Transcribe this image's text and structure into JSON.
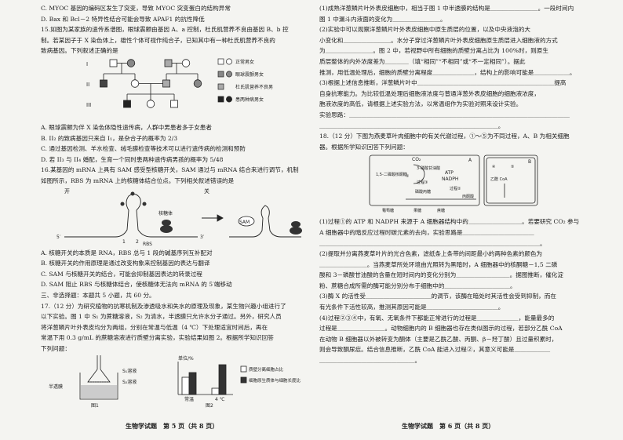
{
  "left": {
    "lines_a": [
      "C. MYOC 基因的编码区发生了突变，导致 MYOC 突变蛋白的结构异常",
      "D. Bax 和 Bcl－2 特异性结合可能会导致 APAF1 的抗性降低",
      "15.如图为某家族的遗传系谱图，眼球震颤由基因 A、a 控制，杜氏肌营养不良由基因 B、b 控",
      "制。若某因子于 X 染色体上，雄性个体可视作纯合子，已知其中有一种杜氏肌营养不良的",
      "致病基因。下列叙述正确的是"
    ],
    "legend": [
      "正常男女",
      "眼球震颤男女",
      "杜氏肌营养不良男",
      "患两种病男女"
    ],
    "gen_labels": [
      "I",
      "II",
      "III"
    ],
    "lines_b": [
      "A. 眼球震颤为伴 X 染色体隐性遗传病，人群中男患者多于女患者",
      "B. II₂ 的致病基因只来自 I₁，是杂合子的概率为 2/3",
      "C. 通过基因检测、羊水检查、绒毛膜检查等技术可以进行遗传病的检测和预防",
      "D. 若 II₃ 与 II₄ 婚配，生育一个同时患两种遗传病男孩的概率为 5/48",
      "16.某基因的 mRNA 上具有 SAM 感受型核糖开关，SAM 通过与 mRNA 结合来进行调节，机制",
      "如图所示，RBS 为 mRNA 上的核糖体结合位点。下列相关叙述错误的是"
    ],
    "fig16": {
      "open": "开",
      "close": "关",
      "ribosome": "核糖体",
      "rbs": "RBS",
      "sam": "SAM",
      "five": "5′",
      "three": "3′",
      "n1": "1",
      "n2": "2"
    },
    "lines_c": [
      "A. 核糖开关的本质是 RNA，RBS 总与 1 段的碱基序列互补配对",
      "B. 核糖开关的作用原理是通过改变构象来控制基因的表达与翻译",
      "C. SAM 与核糖开关的结合，可能会抑制基因表达的转录过程",
      "D. SAM 阻止 RBS 与核糖体结合，使核糖体无法向 mRNA 的 5′端移动",
      "三、非选择题：本题共 5 小题，共 60 分。",
      "17.（12 分）为研究植物的抗寒机制及渗透吸水和失水的原理及现象，某生物兴趣小组进行了",
      "以下实验。图 1 中 S₁ 为蔗糖溶液，S₂ 为清水，半透膜只允许水分子通过。另外，研究人员",
      "将洋葱鳞片叶外表皮均分为两组，分别在常温与低温（4 ℃）下处理适宜时间后，再在",
      "常温下用 0.3 g/mL 的蔗糖溶液进行质壁分离实验，实验结果如图 2。根据所学知识回答",
      "下列问题："
    ],
    "fig17": {
      "unit": "单位/%",
      "s1": "S₁溶液",
      "s2": "S₂溶液",
      "membrane": "半透膜",
      "fig1": "图1",
      "fig2": "图2",
      "cats": [
        "常温",
        "4 ℃"
      ],
      "legend": [
        "质壁分离细胞占比",
        "细胞原生质体与细胞长度比"
      ]
    },
    "footer": "生物学试题　第 5 页（共 8 页）"
  },
  "right": {
    "lines_a": [
      "(1)成熟洋葱鳞片叶外表皮细胞中，相当于图 1 中半透膜的结构是＿＿＿＿＿＿＿＿。一段时间内",
      "图 1 中漏斗内液面的变化为＿＿＿＿＿＿＿＿。",
      "(2)实验中可以观察洋葱鳞片叶外表皮细胞中原生质层的位置，以及中央液泡的大",
      "小变化和＿＿＿＿＿＿＿＿。水分子穿过洋葱鳞片叶外表皮细胞原生质层进入细胞液的方式",
      "为＿＿＿＿＿＿＿＿。图 2 中，若视野中所有细胞的质壁分离占比为 100%时，则原生",
      "质层整体的内外浓度差为＿＿＿＿（填“相同”“不相同”或“不一定相同”）。据此",
      "推测，用低温处理后，细胞的质壁分离程度＿＿＿＿＿＿＿，结构上的影响可能是＿＿＿＿＿＿。",
      "(3)根据上述信息推断，洋葱鳞片叶中＿＿＿＿＿＿＿＿＿＿＿＿＿＿＿＿＿＿＿＿＿＿＿提高",
      "自身抗寒能力。为比较低温处理后细胞液浓度与普通洋葱外表皮细胞的细胞液浓度，",
      "胞液浓度的高低，请根据上述实验方法，以常温组作为实验对照来设计实验。",
      "实验思路：＿＿＿＿＿＿＿＿＿＿＿＿＿＿＿＿＿＿＿＿＿＿＿＿＿＿＿＿＿＿＿＿＿＿＿＿＿",
      "＿＿＿＿＿＿＿＿＿＿＿＿＿＿＿＿＿＿＿＿＿＿＿＿＿＿＿＿＿＿。",
      "18.（12 分）下图为燕麦草叶肉细胞中的有关代谢过程，①～⑤为不同过程，A、B 为相关细胞",
      "器。根据所学知识回答下列问题："
    ],
    "fig18": {
      "co2": "CO₂",
      "A": "A",
      "B": "B",
      "atp": "ATP",
      "nadph": "NADPH",
      "c3": "3-磷酸甘油酸",
      "rubp": "1,5-二磷酸核酮糖",
      "tp": "磷酸丙糖",
      "p3": "过程③",
      "p2": "过程②",
      "p1": "①",
      "p4": "④",
      "p5": "⑤",
      "pyruvate": "丙酮酸",
      "acetyl": "乙酰 CoA",
      "glucose": "葡萄糖",
      "sucrose": "蔗糖",
      "fructose": "果糖"
    },
    "lines_b": [
      "(1)过程①的 ATP 和 NADPH 来源于 A 细胞器结构中的＿＿＿＿＿＿＿＿＿。若要研究 CO₂ 参与",
      "A 细胞器中的暗反应过程时碳元素的去向，实验思路是＿＿＿＿＿＿＿＿＿＿＿＿",
      "＿＿＿＿＿＿＿＿＿＿＿＿＿＿＿＿＿＿＿＿＿＿＿＿＿＿＿＿＿＿＿＿＿＿＿＿＿。",
      "(2)提取并分离燕麦草叶片的光合色素，滤纸条上条带的间距最小的两种色素的颜色为",
      "＿＿＿＿＿＿＿＿。当燕麦草所处环境由光照转为黑暗时，A 细胞器中的核酮糖－1,5 二磷",
      "酸和 3－磷酸甘油酸的含量在短时间内的变化分别为＿＿＿＿＿＿＿＿＿。据图推断，催化淀",
      "粉、蔗糖合成所需的酶可能分别分布于细胞中的＿＿＿＿＿＿＿＿＿＿＿。",
      "(3)酶 X 的活性受＿＿＿＿＿＿＿＿＿＿＿的调节，该酶在暗处时其活性会受到抑制，而在",
      "有光条件下活性较高，推测其原因可能是＿＿＿＿＿＿＿＿＿＿＿＿。",
      "(4)过程②③④中，有氧、无氧条件下都能正常进行的过程是＿＿＿＿＿＿＿，能量最多的",
      "过程是＿＿＿＿＿＿＿＿。动物细胞内的 B 细胞器也存在类似图示的过程，若部分乙酰 CoA",
      "在动物 B 细胞器以外被转变为酮体（主要是乙酰乙酸、丙酮、β－羟丁酸）且过量积累时，",
      "则会导致酮尿症。结合信息推断，乙酰 CoA 能进入过程②，其意义可能是＿＿＿＿＿＿",
      "＿＿＿＿＿＿＿＿＿＿＿＿＿＿＿＿。"
    ],
    "footer": "生物学试题　第 6 页（共 8 页）"
  }
}
